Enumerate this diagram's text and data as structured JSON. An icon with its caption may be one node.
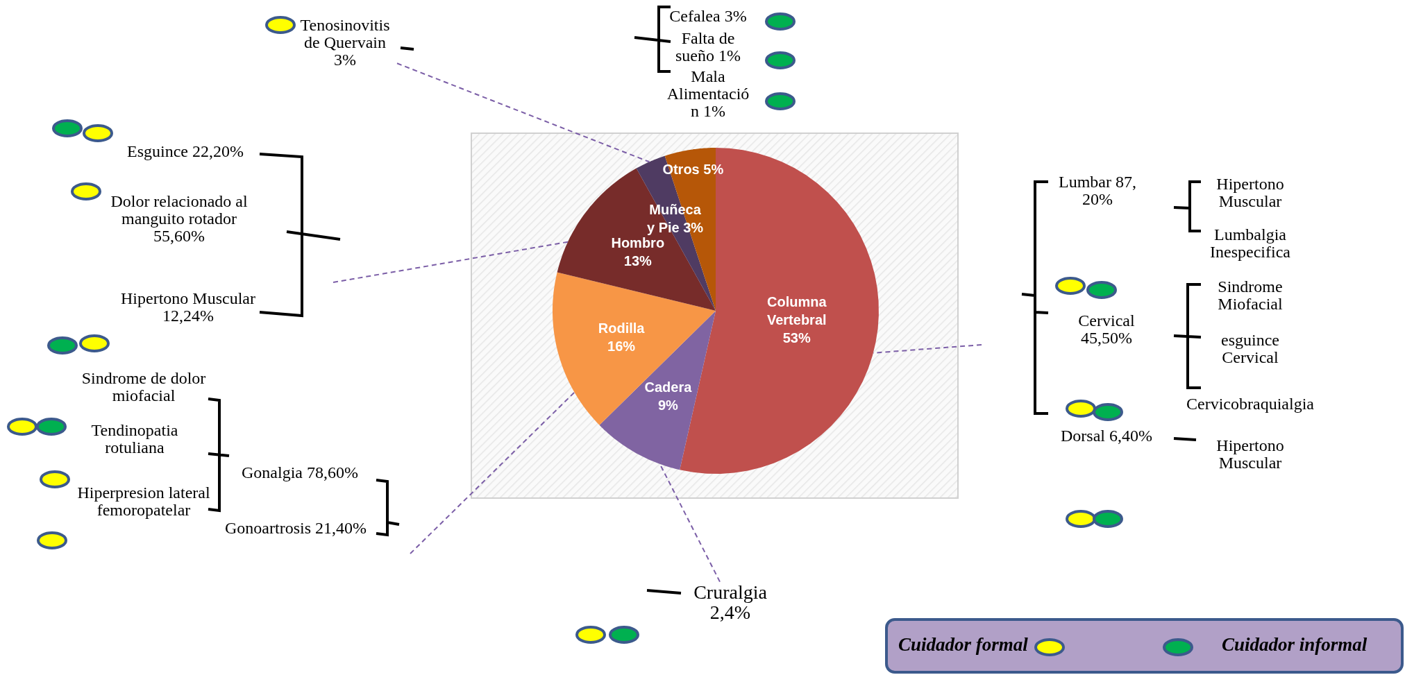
{
  "diagram": {
    "nodes": [
      {
        "text": [
          "Tenosinovitis de Quervain 3%"
        ]
      },
      {
        "text": [
          "Cruralgia 2,4%"
        ]
      },
      {
        "text": [],
        "shape": "slice"
      },
      {
        "text": [],
        "shape": "slice"
      },
      {
        "text": [],
        "shape": "slice"
      },
      {
        "text": [],
        "shape": "slice"
      },
      {
        "text": [],
        "shape": "slice"
      },
      {
        "text": [],
        "shape": "slice"
      }
    ],
    "edges": [
      {
        "from": 0,
        "to": 6,
        "arrow": "none",
        "style": "dashed"
      },
      {
        "from": null,
        "to": 5,
        "arrow": "none",
        "style": "dashed"
      },
      {
        "from": null,
        "to": 4,
        "arrow": "none",
        "style": "dashed"
      },
      {
        "from": null,
        "to": 2,
        "arrow": "none",
        "style": "dashed"
      },
      {
        "from": 1,
        "to": 3,
        "arrow": "none",
        "style": "dashed"
      }
    ],
    "labels": [
      "Cefalea 3%",
      "Falta de sueño 1%",
      "Mala Alimentación 1%",
      "Esguince 22,20%",
      "Dolor relacionado al manguito rotador 55,60%",
      "Hipertono Muscular 12,24%",
      "Sindrome de dolor miofacial",
      "Tendinopatia rotuliana",
      "Hiperpresion lateral femoropatelar",
      "Gonalgia 78,60%",
      "Gonoartrosis 21,40%",
      "Lumbar 87, 20%",
      "Hipertono Muscular",
      "Lumbalgia Inespecifica",
      "Cervical 45,50%",
      "Sindrome Miofacial",
      "esguince Cervical",
      "Cervicobraquialgia",
      "Dorsal 6,40%",
      "Hipertono Muscular"
    ],
    "legend": [
      {
        "text": "Cuidador formal",
        "color": "#ffff00"
      },
      {
        "text": "Cuidador informal",
        "color": "#00b050"
      }
    ],
    "chart_data": {
      "type": "pie",
      "categories": [
        "Columna Vertebral",
        "Cadera",
        "Rodilla",
        "Hombro",
        "Muñeca y Pie",
        "Otros"
      ],
      "values": [
        53,
        9,
        16,
        13,
        3,
        5
      ],
      "data_labels": true,
      "value_labels": [
        "53%",
        "9%",
        "16%",
        "13%",
        "3%",
        "5%"
      ]
    }
  }
}
